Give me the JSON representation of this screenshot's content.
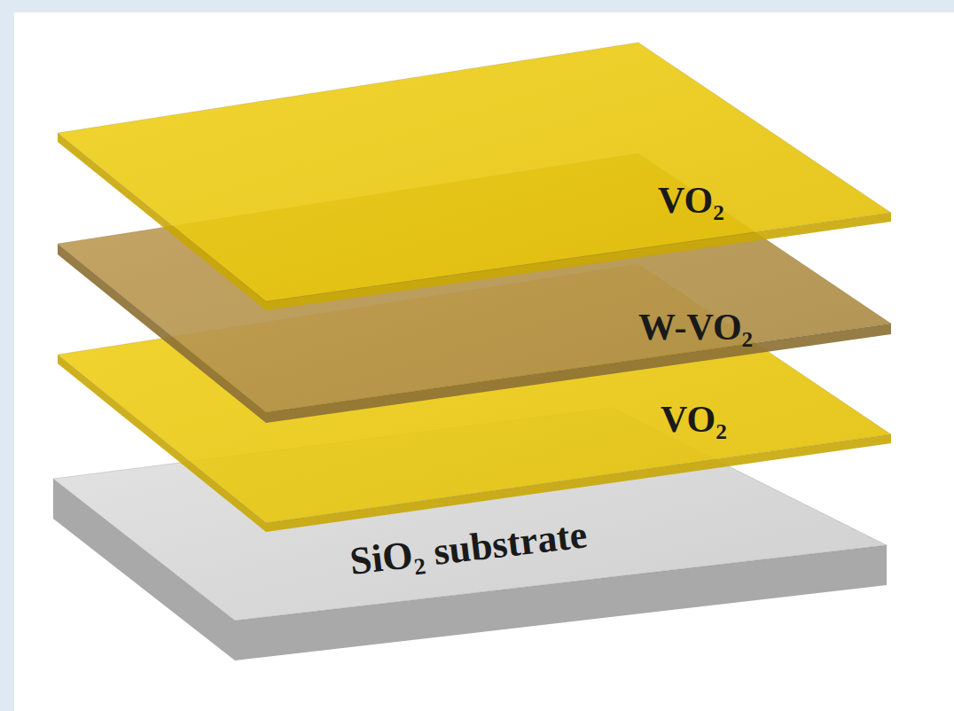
{
  "diagram": {
    "nodes": [
      {
        "text": [
          "VO₂"
        ]
      },
      {
        "text": [
          "W-VO₂"
        ]
      },
      {
        "text": [
          "VO₂"
        ]
      },
      {
        "text": [
          "SiO₂ substrate"
        ]
      }
    ]
  }
}
